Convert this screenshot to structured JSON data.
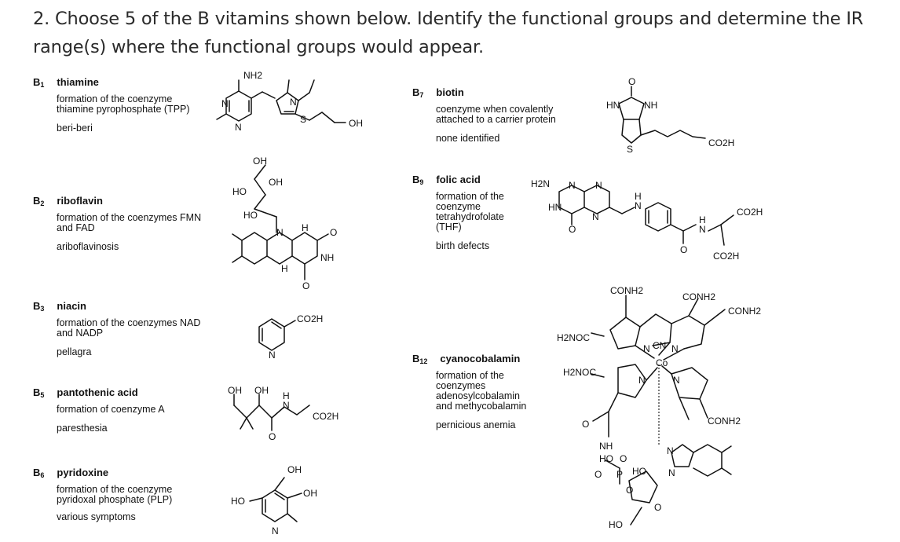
{
  "question": "2. Choose 5 of the B vitamins shown below. Identify the functional groups and determine the IR range(s) where the functional groups would appear.",
  "vitamins": {
    "b1": {
      "id_letter": "B",
      "id_num": "1",
      "name": "thiamine",
      "function": "formation of the coenzyme thiamine pyrophosphate (TPP)",
      "deficiency": "beri-beri"
    },
    "b2": {
      "id_letter": "B",
      "id_num": "2",
      "name": "riboflavin",
      "function": "formation of the coenzymes FMN and FAD",
      "deficiency": "ariboflavinosis"
    },
    "b3": {
      "id_letter": "B",
      "id_num": "3",
      "name": "niacin",
      "function": "formation of the coenzymes NAD and NADP",
      "deficiency": "pellagra"
    },
    "b5": {
      "id_letter": "B",
      "id_num": "5",
      "name": "pantothenic acid",
      "function": "formation of coenzyme A",
      "deficiency": "paresthesia"
    },
    "b6": {
      "id_letter": "B",
      "id_num": "6",
      "name": "pyridoxine",
      "function": "formation of the coenzyme pyridoxal phosphate (PLP)",
      "deficiency": "various symptoms"
    },
    "b7": {
      "id_letter": "B",
      "id_num": "7",
      "name": "biotin",
      "function": "coenzyme when covalently attached to a carrier protein",
      "deficiency": "none identified"
    },
    "b9": {
      "id_letter": "B",
      "id_num": "9",
      "name": "folic acid",
      "function": "formation of the coenzyme tetrahydrofolate (THF)",
      "deficiency": "birth defects"
    },
    "b12": {
      "id_letter": "B",
      "id_num": "12",
      "name": "cyanocobalamin",
      "function": "formation of the coenzymes adenosylcobalamin and methycobalamin",
      "deficiency": "pernicious anemia"
    }
  },
  "atoms": {
    "nh2": "NH2",
    "n": "N",
    "s": "S",
    "oh": "OH",
    "ho": "HO",
    "h": "H",
    "o": "O",
    "nh": "NH",
    "hn": "HN",
    "co2h": "CO2H",
    "conh2": "CONH2",
    "h2noc": "H2NOC",
    "h2n": "H2N",
    "cn": "CN",
    "co": "Co",
    "p": "P"
  }
}
